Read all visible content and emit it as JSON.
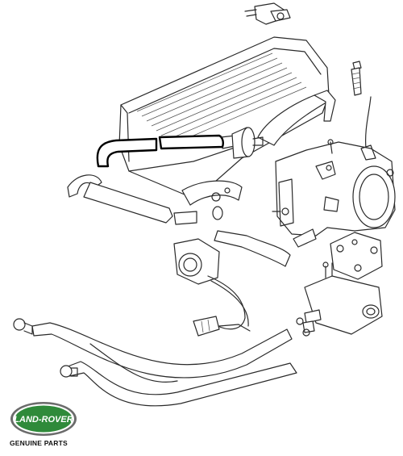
{
  "logo": {
    "brand_text": "LAND-ROVER",
    "caption": "GENUINE PARTS",
    "colors": {
      "oval_green": "#2f8a3a",
      "rim": "#6b6b6b",
      "text": "#ffffff"
    }
  },
  "diagram": {
    "highlight_color": "#000000",
    "line_color": "#2a2a2a",
    "parts": [
      "pressure-switch",
      "plenum-chamber",
      "vacuum-hose-highlighted",
      "throttle-body",
      "gasket-plate",
      "stepper-motor",
      "breather-hoses",
      "clips"
    ]
  }
}
